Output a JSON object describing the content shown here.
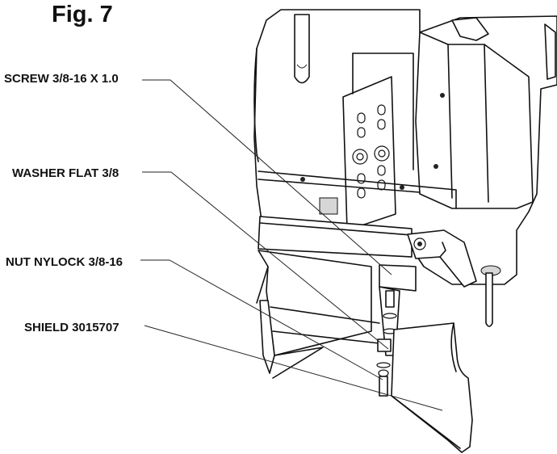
{
  "figure": {
    "title": "Fig. 7"
  },
  "callouts": [
    {
      "id": "screw",
      "label": "SCREW 3/8-16 X 1.0"
    },
    {
      "id": "washer",
      "label": "WASHER FLAT 3/8"
    },
    {
      "id": "nut",
      "label": "NUT NYLOCK 3/8-16"
    },
    {
      "id": "shield",
      "label": "SHIELD 3015707"
    }
  ],
  "colors": {
    "line": "#111111",
    "background": "#ffffff",
    "shade": "#d6d6d6"
  }
}
